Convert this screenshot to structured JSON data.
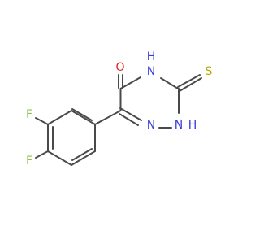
{
  "molecule": {
    "atoms": {
      "oxygen": {
        "text": "O",
        "color": "#e0241c"
      },
      "n4_h": {
        "text": "H",
        "color": "#3a3fd8"
      },
      "n4": {
        "text": "N",
        "color": "#3a3fd8"
      },
      "sulfur": {
        "text": "S",
        "color": "#b8a800"
      },
      "n2": {
        "text": "N",
        "color": "#3a3fd8"
      },
      "n2_h": {
        "text": "H",
        "color": "#3a3fd8"
      },
      "n1": {
        "text": "N",
        "color": "#3a3fd8"
      },
      "fluorine_3": {
        "text": "F",
        "color": "#8ec24a"
      },
      "fluorine_4": {
        "text": "F",
        "color": "#8ec24a"
      }
    },
    "bond_color": "#4a4a4a"
  }
}
